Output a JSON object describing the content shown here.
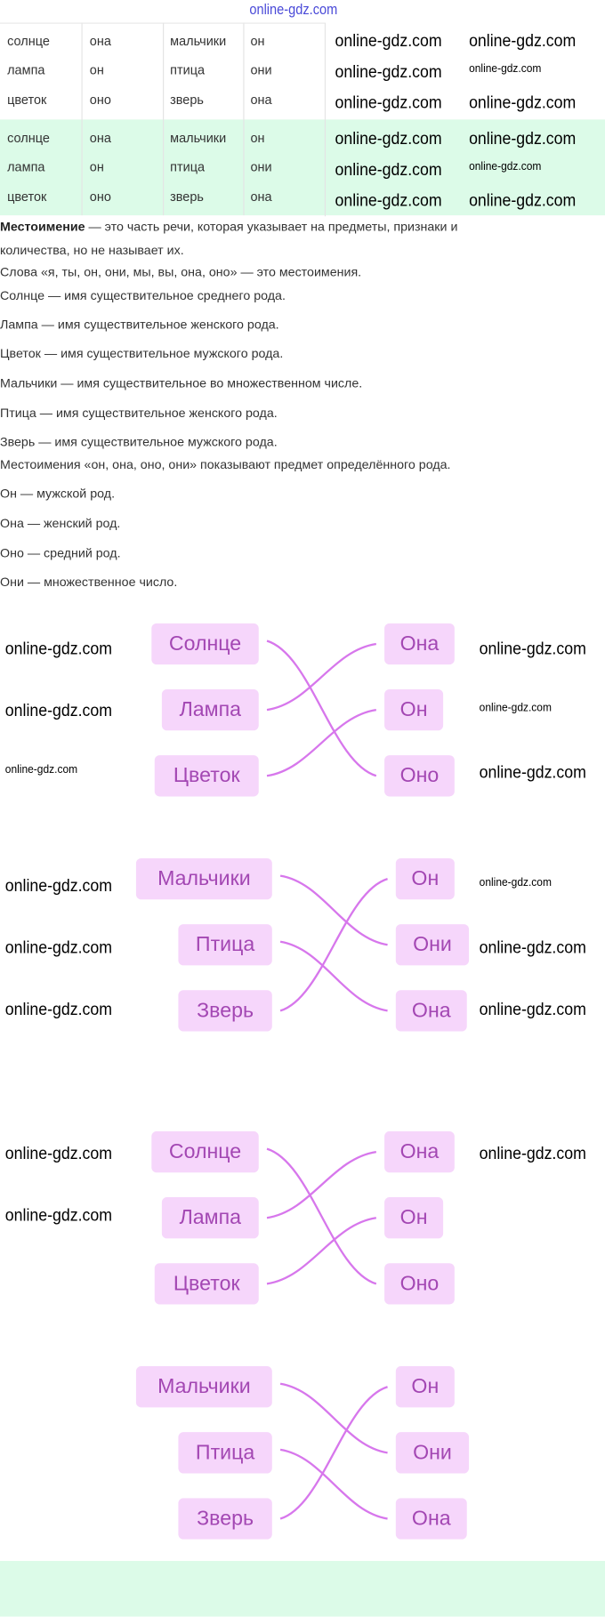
{
  "table": {
    "rows_top": [
      [
        "солнце",
        "она",
        "мальчики",
        "он"
      ],
      [
        "лампа",
        "он",
        "птица",
        "они"
      ],
      [
        "цветок",
        "оно",
        "зверь",
        "она"
      ]
    ],
    "rows_bottom": [
      [
        "солнце",
        "она",
        "мальчики",
        "он"
      ],
      [
        "лампа",
        "он",
        "птица",
        "они"
      ],
      [
        "цветок",
        "оно",
        "зверь",
        "она"
      ]
    ]
  },
  "text": {
    "definition_term": "Местоимение",
    "definition_rest": " — это часть речи, которая указывает на предметы, признаки и",
    "definition_cont": "количества, но не называет их.",
    "lines": [
      "Слова «я, ты, он, они, мы, вы, она, оно» — это местоимения.",
      "Солнце — имя существительное среднего рода.",
      "Лампа — имя существительное женского рода.",
      "Цветок — имя существительное мужского рода.",
      "Мальчики — имя существительное во множественном числе.",
      "Птица — имя существительное женского рода.",
      "Зверь — имя существительное мужского рода.",
      "Местоимения «он, она, оно, они» показывают предмет определённого рода.",
      "Он — мужской род.",
      "Она — женский род.",
      "Оно — средний род.",
      "Они — множественное число."
    ]
  },
  "diagram1": {
    "left": [
      "Солнце",
      "Лампа",
      "Цветок"
    ],
    "right": [
      "Она",
      "Он",
      "Оно"
    ]
  },
  "diagram2": {
    "left": [
      "Мальчики",
      "Птица",
      "Зверь"
    ],
    "right": [
      "Он",
      "Они",
      "Она"
    ]
  },
  "diagram3": {
    "left": [
      "Солнце",
      "Лампа",
      "Цветок"
    ],
    "right": [
      "Она",
      "Он",
      "Оно"
    ]
  },
  "diagram4": {
    "left": [
      "Мальчики",
      "Птица",
      "Зверь"
    ],
    "right": [
      "Он",
      "Они",
      "Она"
    ]
  },
  "watermark": "online-gdz.com",
  "colors": {
    "box_bg": "#f6d6fb",
    "box_text": "#a347b3",
    "line": "#d777ec",
    "band": "#dcfbe8"
  }
}
